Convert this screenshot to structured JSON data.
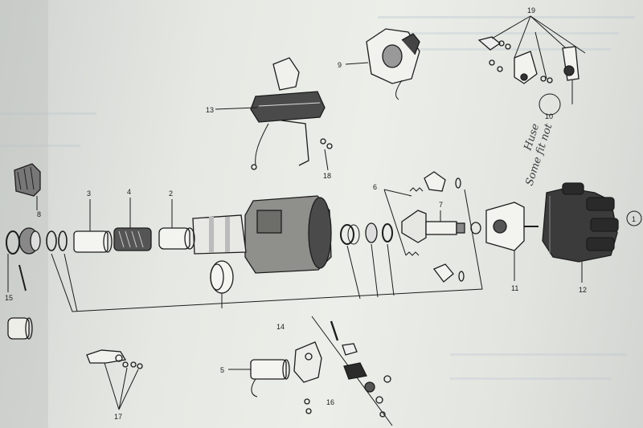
{
  "labels": {
    "l1": "1",
    "l2": "2",
    "l3": "3",
    "l4": "4",
    "l5": "5",
    "l6": "6",
    "l7": "7",
    "l8": "8",
    "l9": "9",
    "l10": "10",
    "l11": "11",
    "l12": "12",
    "l13": "13",
    "l14": "14",
    "l15": "15",
    "l16": "16",
    "l17": "17",
    "l18": "18",
    "l19": "19"
  },
  "handwriting": {
    "line1": "Huse",
    "line2": "Some fit not"
  },
  "colors": {
    "ink": "#1c1c1c",
    "paper": "#e9ebe6",
    "pencil": "#3a3d40"
  }
}
